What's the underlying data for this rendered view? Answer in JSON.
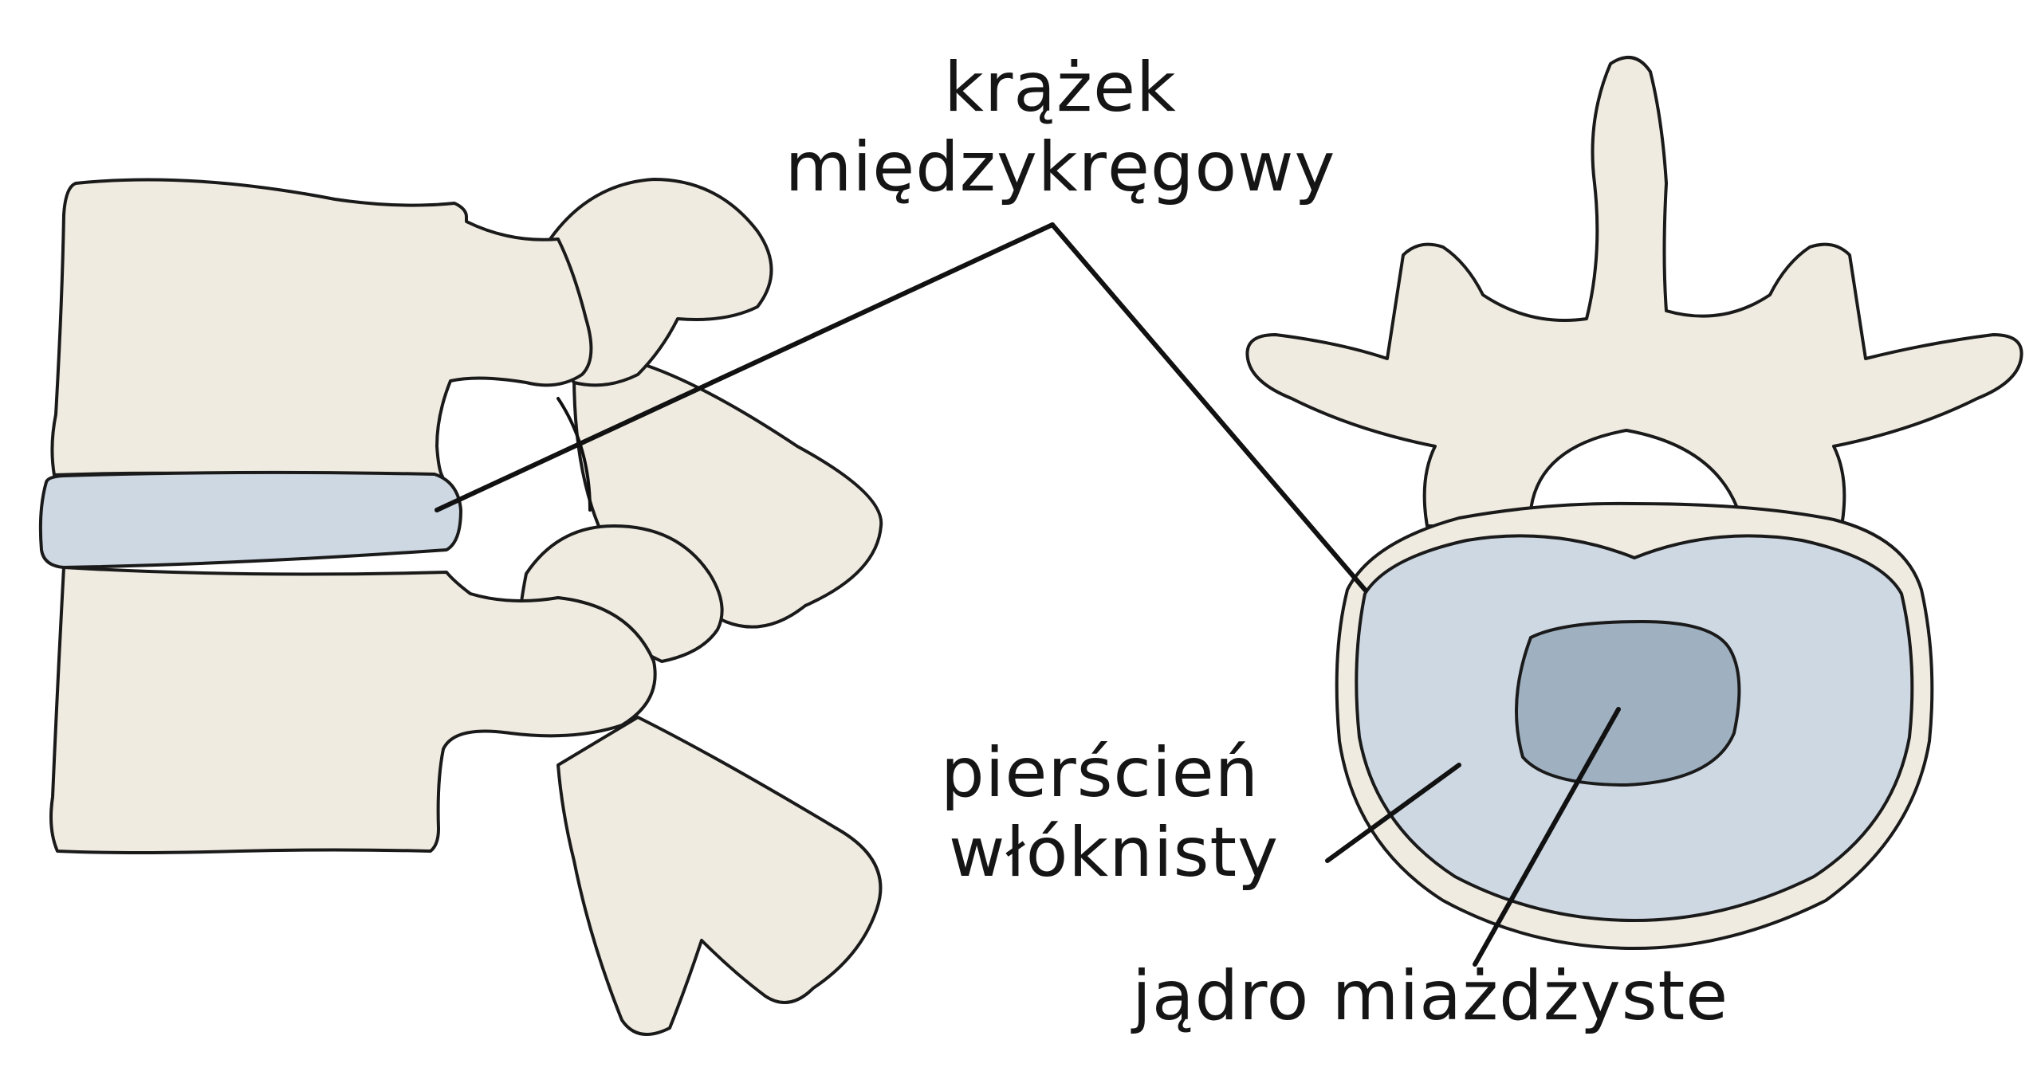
{
  "labels": {
    "disc_line1": "krążek",
    "disc_line2": "międzykręgowy",
    "annulus_line1": "pierścień",
    "annulus_line2": "włóknisty",
    "nucleus": "jądro miażdżyste"
  },
  "colors": {
    "bone": "#efebe0",
    "annulus": "#cdd8e3",
    "nucleus": "#9fb1c1",
    "outline": "#1a1a1a",
    "leader": "#111111",
    "background": "#ffffff"
  }
}
